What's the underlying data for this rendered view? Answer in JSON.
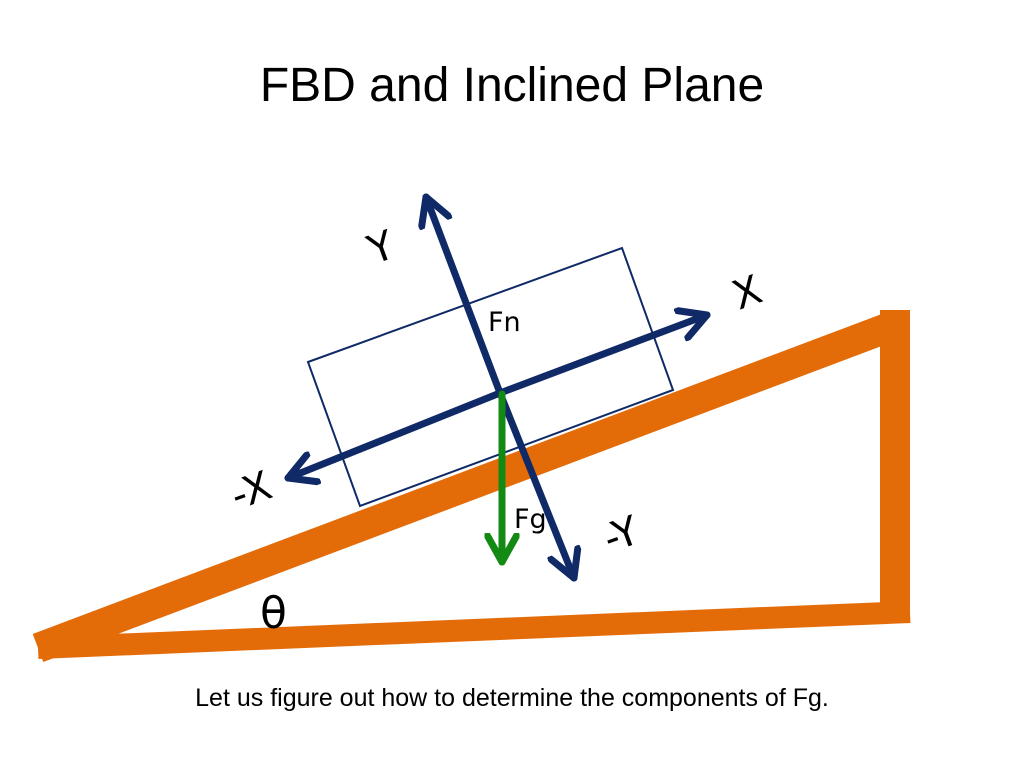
{
  "slide": {
    "title": "FBD and Inclined Plane",
    "caption": "Let us figure out how to determine the components of Fg."
  },
  "diagram": {
    "labels": {
      "y_axis": "Y",
      "x_axis": "X",
      "neg_x_axis": "-X",
      "neg_y_axis": "-Y",
      "normal_force": "Fn",
      "gravity_force": "Fg",
      "angle": "θ"
    },
    "colors": {
      "incline": "#e36c09",
      "axes": "#0f2a66",
      "block": "#0f2a66",
      "gravity": "#138a13"
    }
  }
}
